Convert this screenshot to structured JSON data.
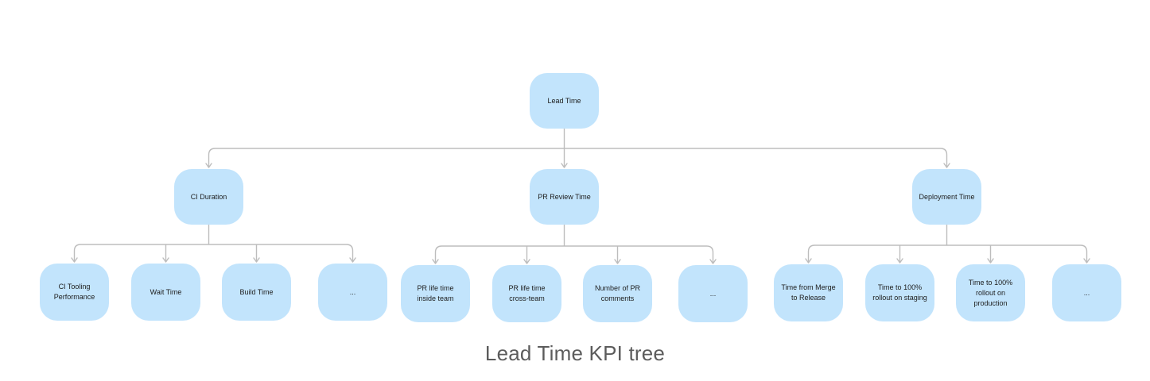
{
  "caption": "Lead Time KPI tree",
  "tree": {
    "root": "Lead Time",
    "children": [
      {
        "label": "CI Duration",
        "children": [
          "CI Tooling Performance",
          "Wait Time",
          "Build Time",
          "..."
        ]
      },
      {
        "label": "PR Review Time",
        "children": [
          "PR life time inside team",
          "PR life time cross-team",
          "Number of PR comments",
          "..."
        ]
      },
      {
        "label": "Deployment Time",
        "children": [
          "Time from Merge to Release",
          "Time to 100% rollout on staging",
          "Time to 100% rollout on production",
          "..."
        ]
      }
    ]
  },
  "colors": {
    "node_fill": "#c2e4fc",
    "connector": "#bdbdbd",
    "caption_text": "#5c5c5c"
  }
}
